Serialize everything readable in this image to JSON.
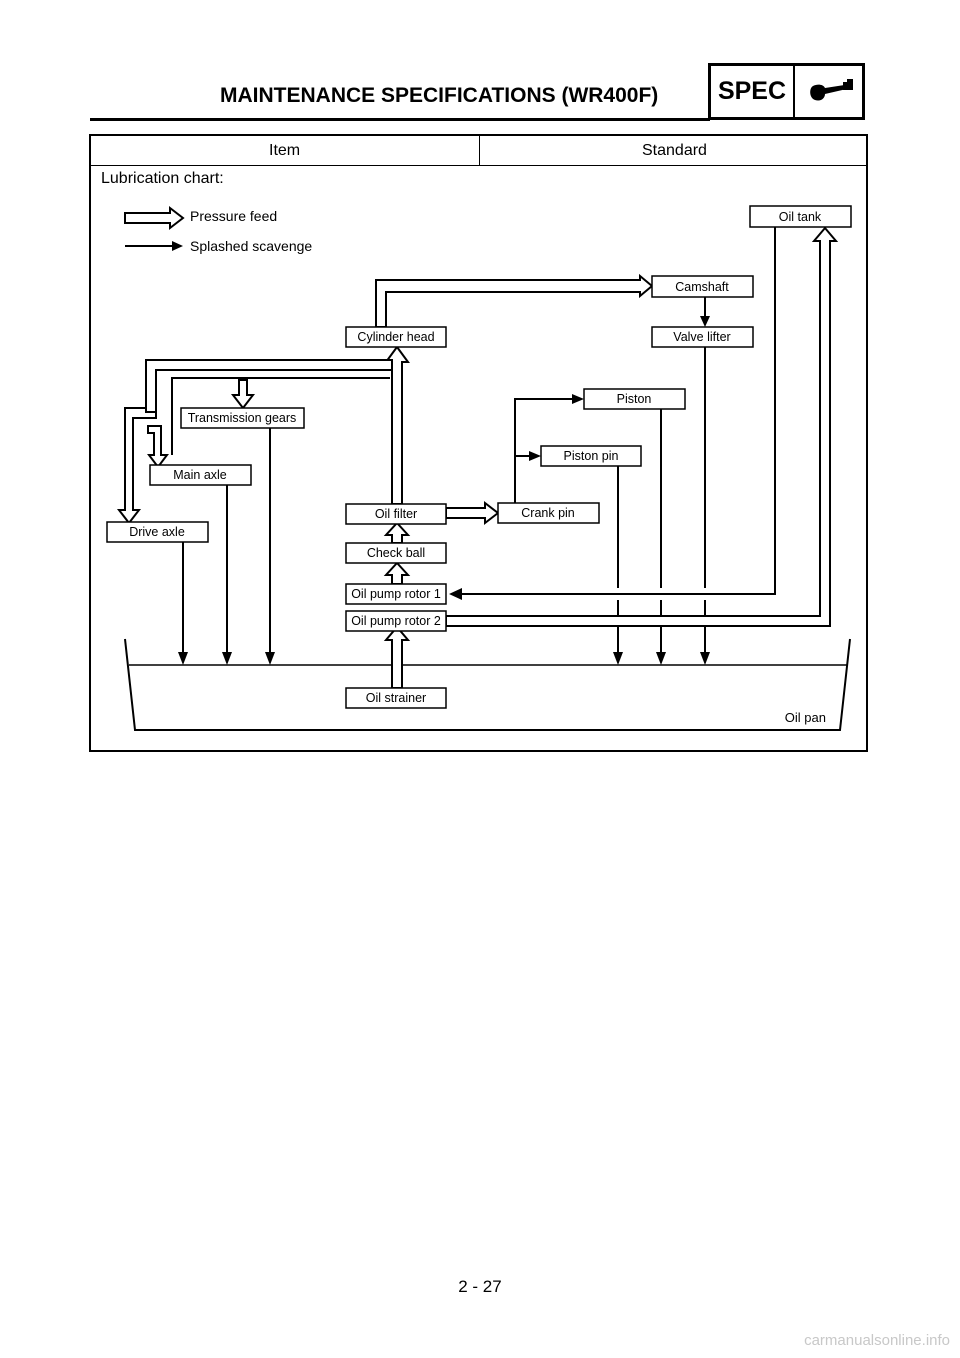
{
  "header": {
    "title": "MAINTENANCE SPECIFICATIONS (WR400F)",
    "badge": "SPEC",
    "badge_icon": "wrench-icon"
  },
  "table": {
    "col_item": "Item",
    "col_standard": "Standard",
    "row_label": "Lubrication chart:"
  },
  "legend": {
    "pressure_feed": "Pressure feed",
    "splashed_scavenge": "Splashed scavenge"
  },
  "components": {
    "oil_tank": "Oil tank",
    "camshaft": "Camshaft",
    "cylinder_head": "Cylinder head",
    "valve_lifter": "Valve lifter",
    "piston": "Piston",
    "transmission_gears": "Transmission gears",
    "piston_pin": "Piston pin",
    "main_axle": "Main axle",
    "oil_filter": "Oil filter",
    "crank_pin": "Crank pin",
    "drive_axle": "Drive axle",
    "check_ball": "Check ball",
    "oil_pump_rotor_1": "Oil pump rotor 1",
    "oil_pump_rotor_2": "Oil pump rotor 2",
    "oil_strainer": "Oil strainer",
    "oil_pan": "Oil pan"
  },
  "footer": {
    "page_number": "2 - 27",
    "watermark": "carmanualsonline.info"
  }
}
